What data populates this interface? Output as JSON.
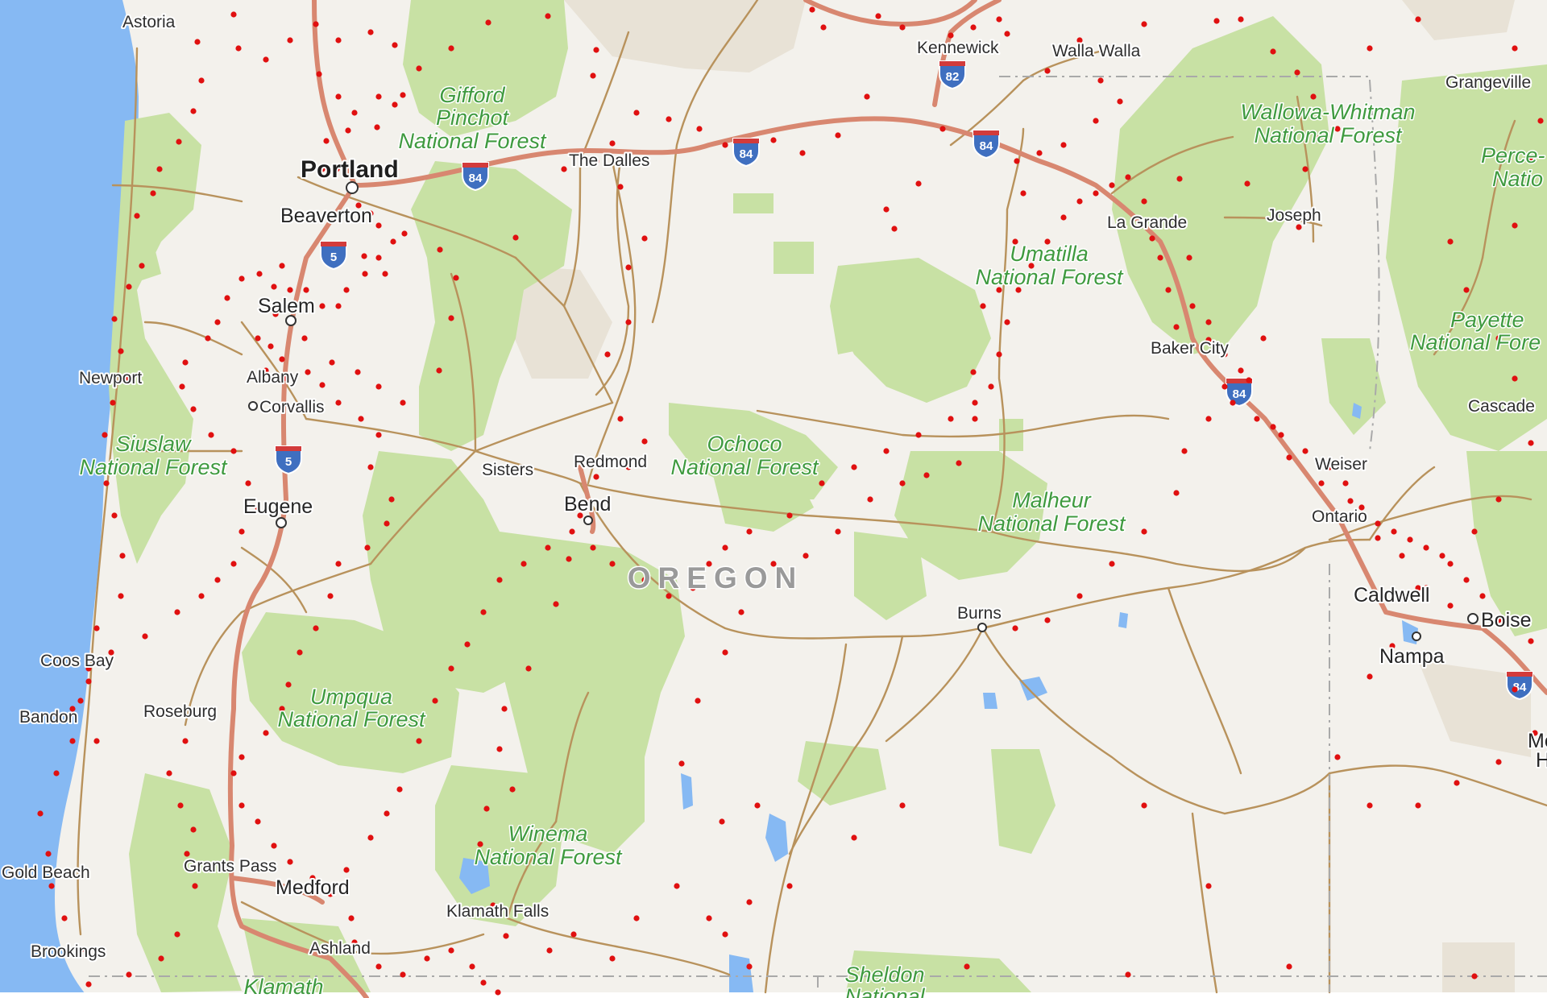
{
  "map": {
    "state_label": "OREGON",
    "colors": {
      "ocean": "#86b9f3",
      "land": "#f3f1ec",
      "forest": "#c8e1a4",
      "arid": "#e8e2d6",
      "highway": "#d88770",
      "road": "#b8925c",
      "marker": "#e01010",
      "shield": "#3f6fc0"
    },
    "cities": [
      {
        "name": "Astoria"
      },
      {
        "name": "Portland"
      },
      {
        "name": "Beaverton"
      },
      {
        "name": "Salem"
      },
      {
        "name": "Newport"
      },
      {
        "name": "Albany"
      },
      {
        "name": "Corvallis"
      },
      {
        "name": "Eugene"
      },
      {
        "name": "Coos Bay"
      },
      {
        "name": "Bandon"
      },
      {
        "name": "Roseburg"
      },
      {
        "name": "Gold Beach"
      },
      {
        "name": "Grants Pass"
      },
      {
        "name": "Medford"
      },
      {
        "name": "Brookings"
      },
      {
        "name": "Ashland"
      },
      {
        "name": "Klamath Falls"
      },
      {
        "name": "The Dalles"
      },
      {
        "name": "Sisters"
      },
      {
        "name": "Redmond"
      },
      {
        "name": "Bend"
      },
      {
        "name": "Burns"
      },
      {
        "name": "Kennewick"
      },
      {
        "name": "Walla Walla"
      },
      {
        "name": "La Grande"
      },
      {
        "name": "Joseph"
      },
      {
        "name": "Baker City"
      },
      {
        "name": "Grangeville"
      },
      {
        "name": "Cascade"
      },
      {
        "name": "Weiser"
      },
      {
        "name": "Ontario"
      },
      {
        "name": "Caldwell"
      },
      {
        "name": "Boise"
      },
      {
        "name": "Nampa"
      }
    ],
    "forests": [
      {
        "line1": "Gifford",
        "line2": "Pinchot",
        "line3": "National Forest"
      },
      {
        "line1": "Siuslaw",
        "line2": "National Forest"
      },
      {
        "line1": "Umpqua",
        "line2": "National Forest"
      },
      {
        "line1": "Winema",
        "line2": "National Forest"
      },
      {
        "line1": "Klamath",
        "line2": ""
      },
      {
        "line1": "Ochoco",
        "line2": "National Forest"
      },
      {
        "line1": "Umatilla",
        "line2": "National Forest"
      },
      {
        "line1": "Malheur",
        "line2": "National Forest"
      },
      {
        "line1": "Wallowa-Whitman",
        "line2": "National Forest"
      },
      {
        "line1": "Perce-",
        "line2": "Natio"
      },
      {
        "line1": "Payette",
        "line2": "National Fore"
      },
      {
        "line1": "Sheldon",
        "line2": "National"
      }
    ],
    "partial_labels": [
      {
        "text": "Mo"
      },
      {
        "text": "H"
      }
    ],
    "shields": [
      {
        "number": "84"
      },
      {
        "number": "84"
      },
      {
        "number": "84"
      },
      {
        "number": "84"
      },
      {
        "number": "84"
      },
      {
        "number": "82"
      },
      {
        "number": "5"
      },
      {
        "number": "5"
      }
    ]
  }
}
